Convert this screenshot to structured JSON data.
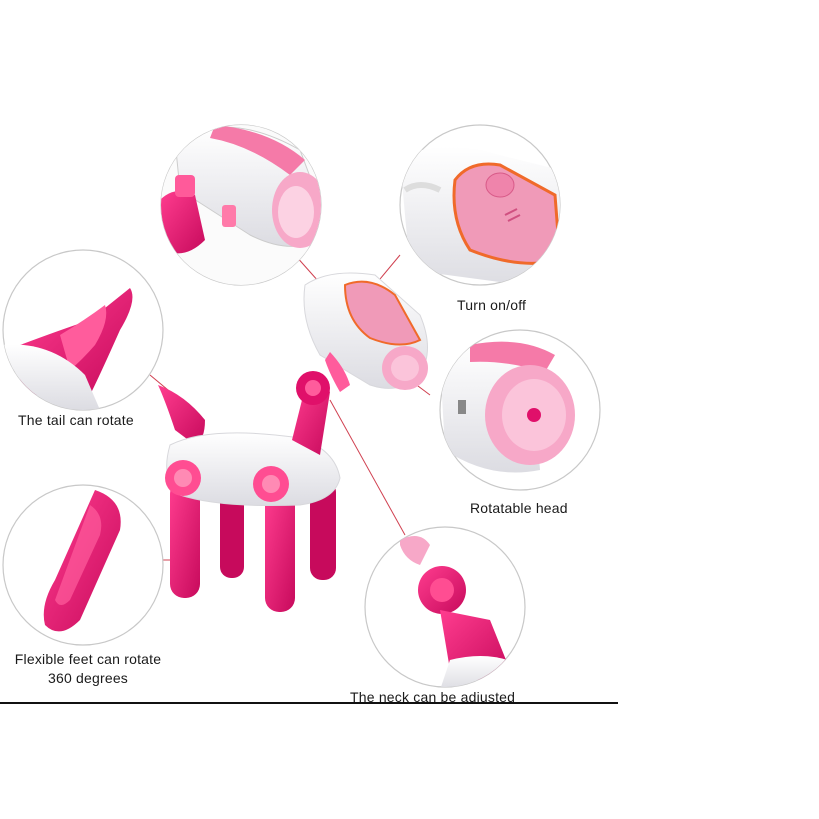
{
  "captions": {
    "turn_on_off": "Turn on/off",
    "tail": "The tail can rotate",
    "head": "Rotatable head",
    "feet_line1": "Flexible feet can rotate",
    "feet_line2": "360 degrees",
    "neck": "The neck can be adjusted"
  },
  "colors": {
    "magenta": "#e0106a",
    "pink_light": "#f7a8c8",
    "white_body": "#f4f4f6",
    "callout_line": "#d04050",
    "circle_border": "#c8c8c8"
  }
}
